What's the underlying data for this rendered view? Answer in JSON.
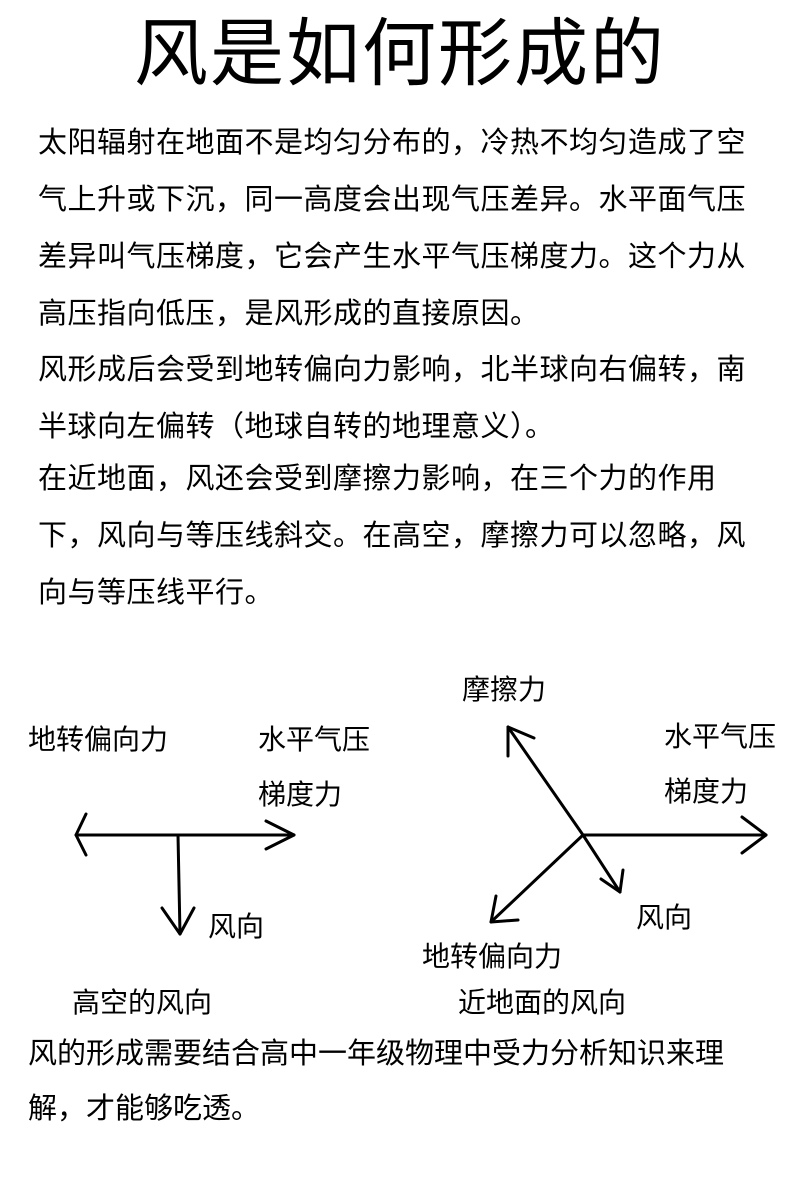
{
  "title": "风是如何形成的",
  "paragraphs": [
    "太阳辐射在地面不是均匀分布的，冷热不均匀造成了空气上升或下沉，同一高度会出现气压差异。水平面气压差异叫气压梯度，它会产生水平气压梯度力。这个力从高压指向低压，是风形成的直接原因。",
    "风形成后会受到地转偏向力影响，北半球向右偏转，南半球向左偏转（地球自转的地理意义）。",
    "在近地面，风还会受到摩擦力影响，在三个力的作用下，风向与等压线斜交。在高空，摩擦力可以忽略，风向与等压线平行。"
  ],
  "diagram_left": {
    "coriolis_label": "地转偏向力",
    "pgf_label_line1": "水平气压",
    "pgf_label_line2": "梯度力",
    "wind_label": "风向",
    "caption": "高空的风向"
  },
  "diagram_right": {
    "friction_label": "摩擦力",
    "pgf_label_line1": "水平气压",
    "pgf_label_line2": "梯度力",
    "wind_label": "风向",
    "coriolis_label": "地转偏向力",
    "caption": "近地面的风向"
  },
  "footer": "风的形成需要结合高中一年级物理中受力分析知识来理解，才能够吃透。"
}
